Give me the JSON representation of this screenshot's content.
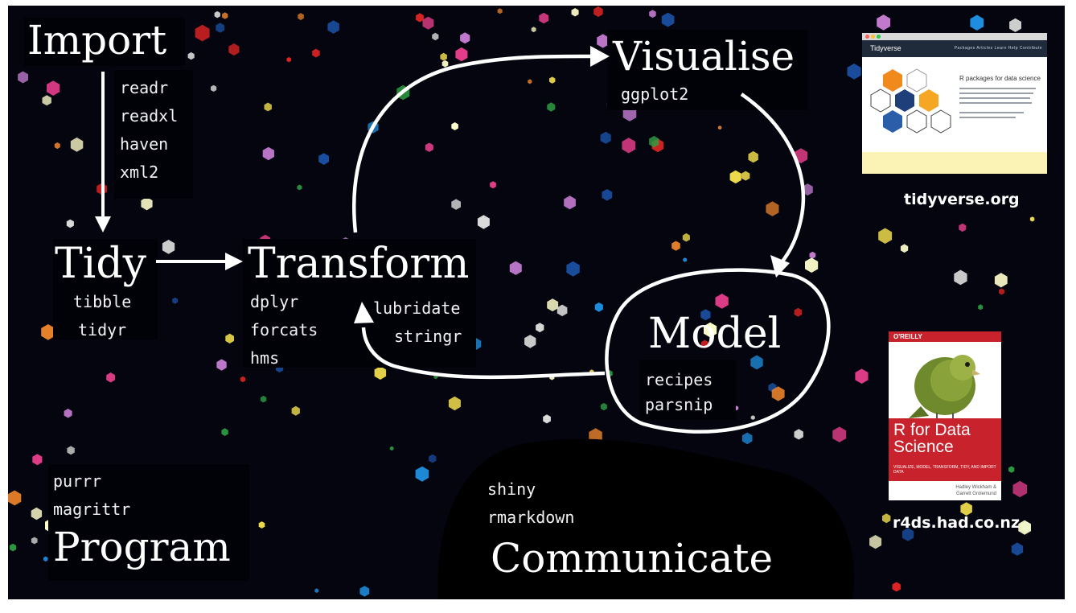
{
  "stages": {
    "import": "Import",
    "tidy": "Tidy",
    "transform": "Transform",
    "visualise": "Visualise",
    "model": "Model",
    "program": "Program",
    "communicate": "Communicate"
  },
  "packages": {
    "import": [
      "readr",
      "readxl",
      "haven",
      "xml2"
    ],
    "tidy": [
      "tibble",
      "tidyr"
    ],
    "transform": [
      "dplyr",
      "forcats",
      "hms"
    ],
    "transform_extra": [
      "lubridate",
      "stringr"
    ],
    "visualise": [
      "ggplot2"
    ],
    "model": [
      "recipes",
      "parsnip"
    ],
    "program": [
      "purrr",
      "magrittr"
    ],
    "communicate": [
      "shiny",
      "rmarkdown"
    ]
  },
  "website": {
    "brand": "Tidyverse",
    "nav": "Packages   Articles   Learn   Help   Contribute",
    "headline": "R packages for data science",
    "caption": "tidyverse.org"
  },
  "book": {
    "publisher": "O'REILLY",
    "title_line1": "R for Data",
    "title_line2": "Science",
    "subtitle": "VISUALIZE, MODEL, TRANSFORM, TIDY, AND IMPORT DATA",
    "author1": "Hadley Wickham &",
    "author2": "Garrett Grolemund",
    "caption": "r4ds.had.co.nz"
  },
  "colors": {
    "background": "#04050f",
    "text": "#ffffff",
    "hex_palette": [
      "#e8822c",
      "#1f8fe0",
      "#2ea043",
      "#f4e04d",
      "#e02424",
      "#1a4fa0",
      "#dddddd",
      "#c77dd4",
      "#e83e8c",
      "#ffffcc"
    ]
  }
}
